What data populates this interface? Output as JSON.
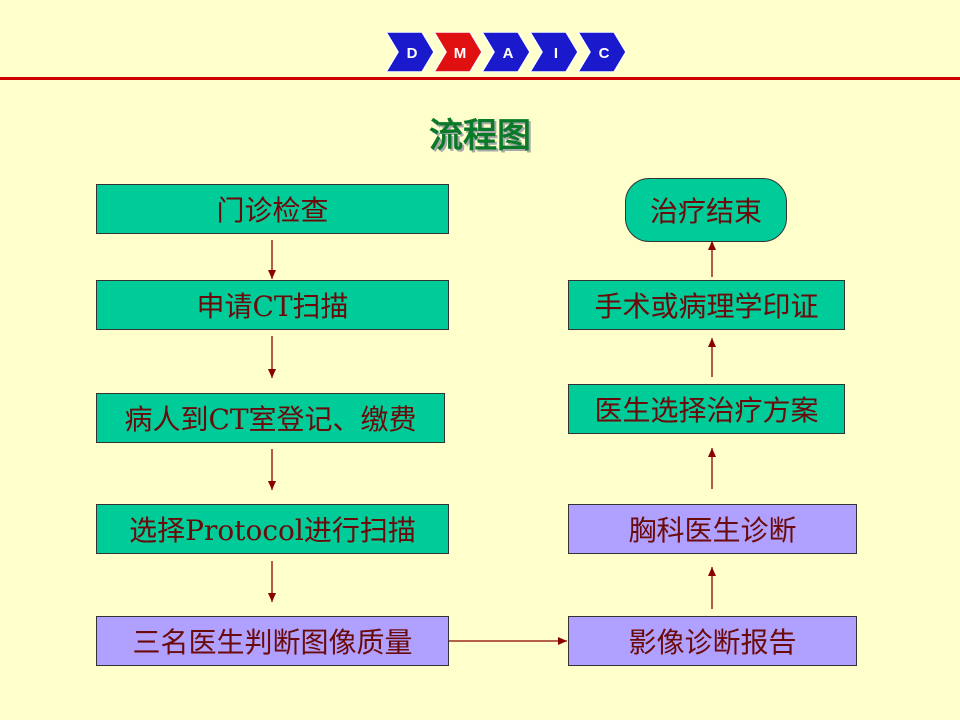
{
  "header": {
    "phases": [
      "D",
      "M",
      "A",
      "I",
      "C"
    ],
    "active_phase": "M",
    "colors": {
      "phase_default": "#1a1acc",
      "phase_active": "#e01010",
      "line": "#cc0000"
    }
  },
  "title": "流程图",
  "flow": {
    "left": [
      "门诊检查",
      "申请CT扫描",
      "病人到CT室登记、缴费",
      "选择Protocol进行扫描",
      "三名医生判断图像质量"
    ],
    "right": [
      "影像诊断报告",
      "胸科医生诊断",
      "医生选择治疗方案",
      "手术或病理学印证",
      "治疗结束"
    ],
    "colors": {
      "green": "#00cc99",
      "purple": "#b0a0ff",
      "text": "#6b0a0a",
      "arrow": "#8b0000"
    }
  }
}
